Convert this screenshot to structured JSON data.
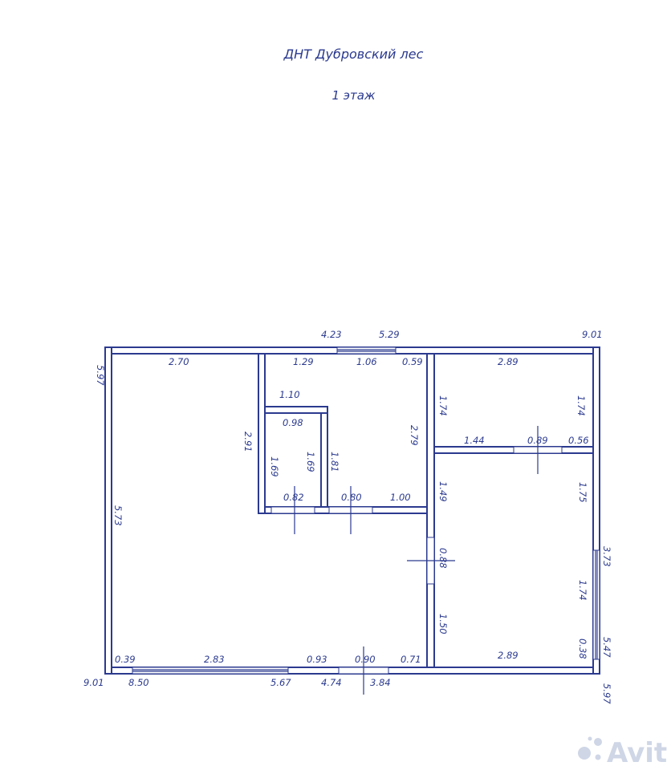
{
  "title": "ДНТ Дубровский лес",
  "subtitle": "1 этаж",
  "colors": {
    "ink": "#2b3a8f",
    "wall_fill": "#ffffff",
    "watermark": "#cfd6e6"
  },
  "dimensions": {
    "top_423": "4.23",
    "top_529": "5.29",
    "top_901": "9.01",
    "left_597": "5.97",
    "r1_270": "2.70",
    "r2_129": "1.29",
    "r2_106": "1.06",
    "r2_059": "0.59",
    "r2_110": "1.10",
    "r2_291": "2.91",
    "r2_279": "2.79",
    "r3_098": "0.98",
    "r3_169a": "1.69",
    "r3_169b": "1.69",
    "r3_181": "1.81",
    "r3_082": "0.82",
    "r3_080": "0.80",
    "r3_100": "1.00",
    "r4_289": "2.89",
    "r4_174a": "1.74",
    "r4_174b": "1.74",
    "r4_144": "1.44",
    "r4_089": "0.89",
    "r4_056": "0.56",
    "r5_149": "1.49",
    "r5_175": "1.75",
    "r5_088": "0.88",
    "r5_174": "1.74",
    "r5_150": "1.50",
    "r5_289": "2.89",
    "r5_038": "0.38",
    "right_373": "3.73",
    "right_547": "5.47",
    "left_573": "5.73",
    "b_039": "0.39",
    "b_283": "2.83",
    "b_093": "0.93",
    "b_090": "0.90",
    "b_071": "0.71",
    "out_901": "9.01",
    "out_850": "8.50",
    "out_567": "5.67",
    "out_474": "4.74",
    "out_384": "3.84",
    "right_597": "5.97"
  },
  "watermark": {
    "text": "Avito"
  }
}
